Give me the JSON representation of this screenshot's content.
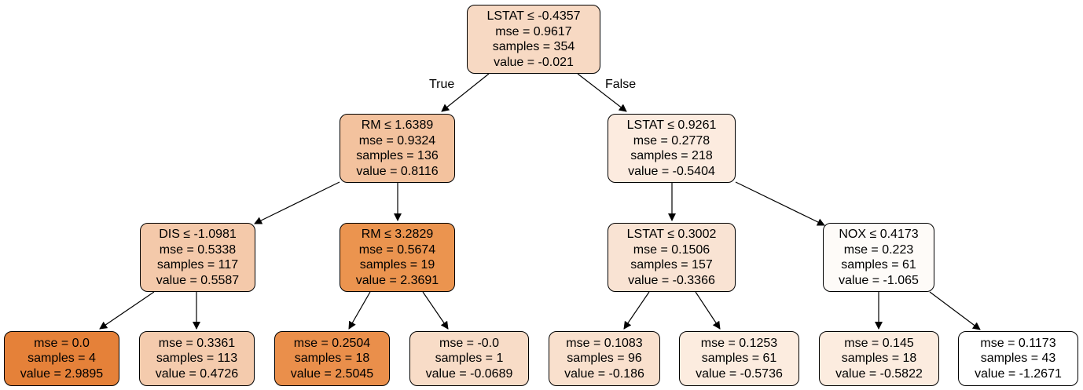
{
  "tree": {
    "nodes": [
      {
        "id": "n0",
        "lines": [
          "LSTAT ≤ -0.4357",
          "mse = 0.9617",
          "samples = 354",
          "value = -0.021"
        ],
        "fill": "#f7d9c3"
      },
      {
        "id": "n1",
        "lines": [
          "RM ≤ 1.6389",
          "mse = 0.9324",
          "samples = 136",
          "value = 0.8116"
        ],
        "fill": "#f3c29e"
      },
      {
        "id": "n2",
        "lines": [
          "LSTAT ≤ 0.9261",
          "mse = 0.2778",
          "samples = 218",
          "value = -0.5404"
        ],
        "fill": "#fcebdf"
      },
      {
        "id": "n3",
        "lines": [
          "DIS ≤ -1.0981",
          "mse = 0.5338",
          "samples = 117",
          "value = 0.5587"
        ],
        "fill": "#f4c9aa"
      },
      {
        "id": "n4",
        "lines": [
          "RM ≤ 3.2829",
          "mse = 0.5674",
          "samples = 19",
          "value = 2.3691"
        ],
        "fill": "#eb944f"
      },
      {
        "id": "n5",
        "lines": [
          "LSTAT ≤ 0.3002",
          "mse = 0.1506",
          "samples = 157",
          "value = -0.3366"
        ],
        "fill": "#f9e3d3"
      },
      {
        "id": "n6",
        "lines": [
          "NOX ≤ 0.4173",
          "mse = 0.223",
          "samples = 61",
          "value = -1.065"
        ],
        "fill": "#fefbf8"
      },
      {
        "id": "n7",
        "lines": [
          "mse = 0.0",
          "samples = 4",
          "value = 2.9895"
        ],
        "fill": "#e58139"
      },
      {
        "id": "n8",
        "lines": [
          "mse = 0.3361",
          "samples = 113",
          "value = 0.4726"
        ],
        "fill": "#f4cbad"
      },
      {
        "id": "n9",
        "lines": [
          "mse = 0.2504",
          "samples = 18",
          "value = 2.5045"
        ],
        "fill": "#ea8f4b"
      },
      {
        "id": "n10",
        "lines": [
          "mse = -0.0",
          "samples = 1",
          "value = -0.0689"
        ],
        "fill": "#f8dcc7"
      },
      {
        "id": "n11",
        "lines": [
          "mse = 0.1083",
          "samples = 96",
          "value = -0.186"
        ],
        "fill": "#f9e0cd"
      },
      {
        "id": "n12",
        "lines": [
          "mse = 0.1253",
          "samples = 61",
          "value = -0.5736"
        ],
        "fill": "#fcecdf"
      },
      {
        "id": "n13",
        "lines": [
          "mse = 0.145",
          "samples = 18",
          "value = -0.5822"
        ],
        "fill": "#fcecdf"
      },
      {
        "id": "n14",
        "lines": [
          "mse = 0.1173",
          "samples = 43",
          "value = -1.2671"
        ],
        "fill": "#ffffff"
      }
    ],
    "edges": [
      {
        "from": "n0",
        "to": "n1"
      },
      {
        "from": "n0",
        "to": "n2"
      },
      {
        "from": "n1",
        "to": "n3"
      },
      {
        "from": "n1",
        "to": "n4"
      },
      {
        "from": "n2",
        "to": "n5"
      },
      {
        "from": "n2",
        "to": "n6"
      },
      {
        "from": "n3",
        "to": "n7"
      },
      {
        "from": "n3",
        "to": "n8"
      },
      {
        "from": "n4",
        "to": "n9"
      },
      {
        "from": "n4",
        "to": "n10"
      },
      {
        "from": "n5",
        "to": "n11"
      },
      {
        "from": "n5",
        "to": "n12"
      },
      {
        "from": "n6",
        "to": "n13"
      },
      {
        "from": "n6",
        "to": "n14"
      }
    ],
    "edge_labels": {
      "true_label": "True",
      "false_label": "False"
    }
  }
}
